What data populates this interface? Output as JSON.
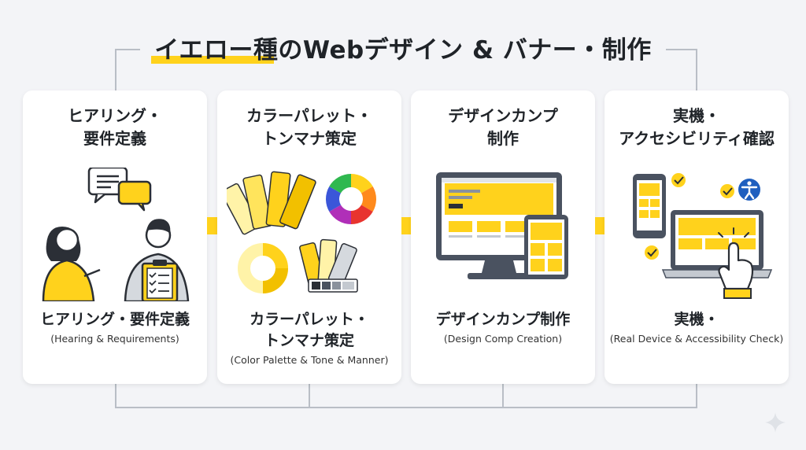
{
  "title": "イエロー種のWebデザイン & バナー・制作",
  "colors": {
    "accent": "#ffd21c",
    "dark": "#4a5260",
    "background": "#f3f4f7",
    "card": "#ffffff"
  },
  "steps": [
    {
      "heading": "ヒアリング・\n要件定義",
      "label": "ヒアリング・要件定義",
      "label_en": "(Hearing & Requirements)",
      "icon": "hearing-conversation-icon"
    },
    {
      "heading": "カラーパレット・\nトンマナ策定",
      "label": "カラーパレット・\nトンマナ策定",
      "label_en": "(Color Palette & Tone & Manner)",
      "icon": "color-palette-icon"
    },
    {
      "heading": "デザインカンプ\n制作",
      "label": "デザインカンプ制作",
      "label_en": "(Design Comp Creation)",
      "icon": "design-comp-icon"
    },
    {
      "heading": "実機・\nアクセシビリティ確認",
      "label": "実機・",
      "label_en": "(Real Device & Accessibility Check)",
      "icon": "device-accessibility-icon"
    }
  ]
}
